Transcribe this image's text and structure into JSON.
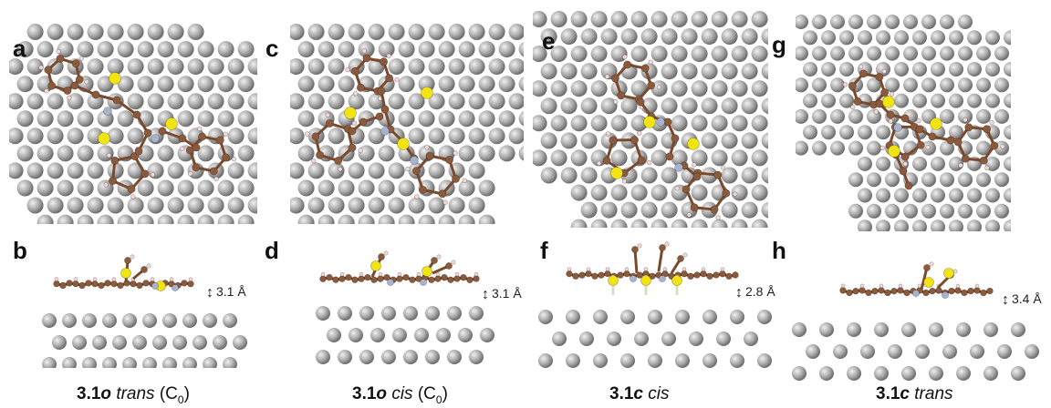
{
  "panels": [
    {
      "letter": "a",
      "view": "top"
    },
    {
      "letter": "b",
      "view": "side",
      "distance": "3.1 Å"
    },
    {
      "letter": "c",
      "view": "top"
    },
    {
      "letter": "d",
      "view": "side",
      "distance": "3.1 Å"
    },
    {
      "letter": "e",
      "view": "top"
    },
    {
      "letter": "f",
      "view": "side",
      "distance": "2.8 Å"
    },
    {
      "letter": "g",
      "view": "top"
    },
    {
      "letter": "h",
      "view": "side",
      "distance": "3.4 Å"
    }
  ],
  "captions": [
    {
      "compound": "3.1",
      "suffix": "o",
      "isomer": "trans",
      "paren_open": "(C",
      "subscript": "0",
      "paren_close": ")"
    },
    {
      "compound": "3.1",
      "suffix": "o",
      "isomer": "cis",
      "paren_open": "(C",
      "subscript": "0",
      "paren_close": ")"
    },
    {
      "compound": "3.1",
      "suffix": "c",
      "isomer": "cis"
    },
    {
      "compound": "3.1",
      "suffix": "c",
      "isomer": "trans"
    }
  ],
  "colors": {
    "substrate_atom": "#a9a9a9",
    "carbon": "#8b5a3c",
    "sulfur": "#f2e313",
    "nitrogen": "#a8b4cf",
    "hydrogen": "#f4d7d7",
    "bond": "#7a4a2e"
  }
}
